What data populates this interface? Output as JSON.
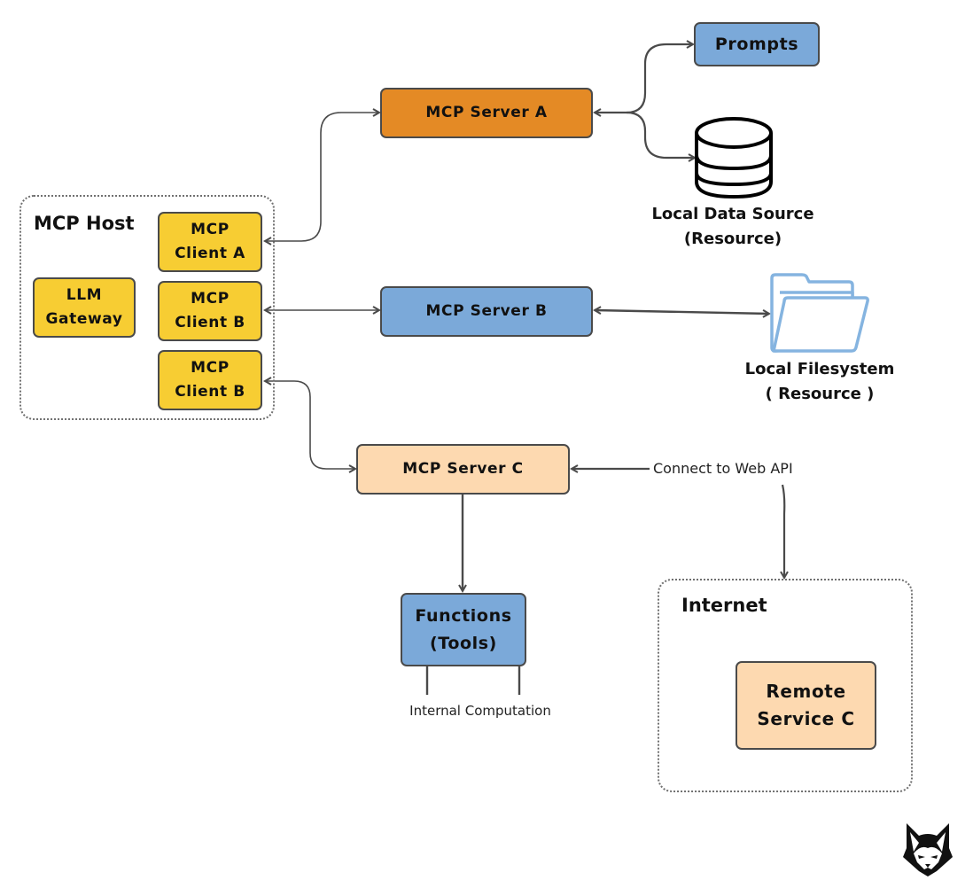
{
  "host_group": {
    "title": "MCP Host",
    "nodes": {
      "llm_gateway": "LLM\nGateway",
      "client_a": "MCP\nClient A",
      "client_b1": "MCP\nClient B",
      "client_b2": "MCP\nClient B"
    }
  },
  "servers": {
    "a": "MCP Server A",
    "b": "MCP Server B",
    "c": "MCP Server C"
  },
  "resources": {
    "prompts": "Prompts",
    "local_data_source": "Local Data Source\n(Resource)",
    "local_filesystem": "Local Filesystem\n( Resource )",
    "functions": "Functions\n(Tools)"
  },
  "edge_labels": {
    "web_api": "Connect to Web API",
    "internal_computation": "Internal Computation"
  },
  "internet_group": {
    "title": "Internet",
    "remote_service": "Remote\nService C"
  },
  "colors": {
    "host_yellow": "#f7cd33",
    "server_a_orange": "#e48a25",
    "blue": "#7ba9d9",
    "peach": "#fdd9b0",
    "edge": "#4a4a4a",
    "folder": "#85b4e0"
  },
  "logo": {
    "icon": "wolf-head-icon"
  }
}
